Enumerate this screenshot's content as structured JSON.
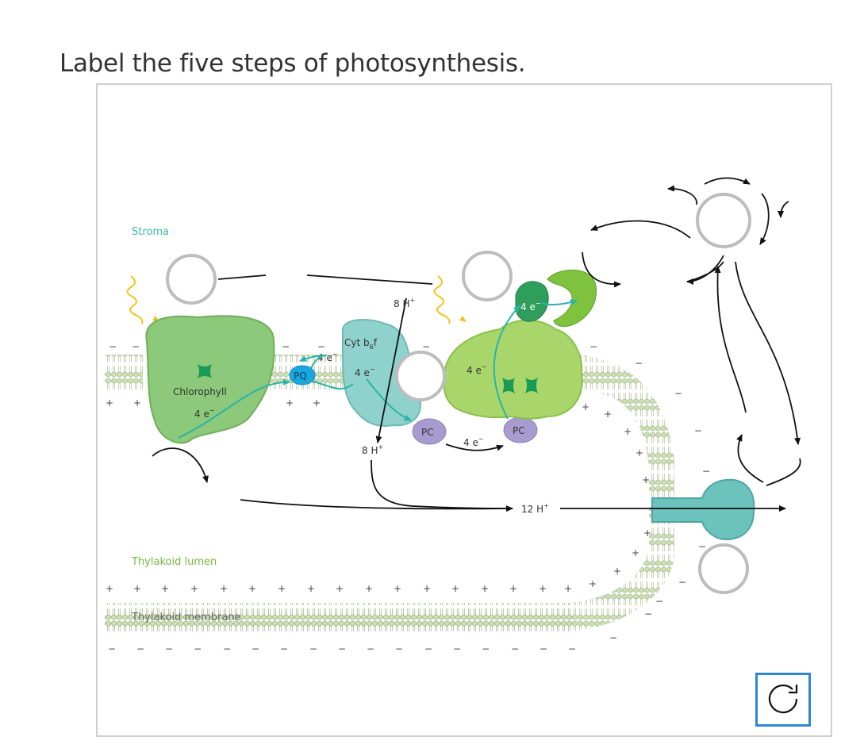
{
  "question": "Label the five steps of photosynthesis.",
  "labels": {
    "stroma": "Stroma",
    "thylakoid_lumen": "Thylakoid lumen",
    "thylakoid_membrane": "Thylakoid membrane",
    "chlorophyll": "Chlorophyll",
    "cyt": "Cyt b",
    "cyt_sub": "6",
    "cyt_f": "f",
    "pq": "PQ",
    "pc1": "PC",
    "pc2": "PC",
    "e_ps2": "4 e",
    "e_pq": "4 e",
    "e_cyt": "4 e",
    "e_pc": "4 e",
    "e_ps1": "4 e",
    "e_fd": "4 e",
    "h8_top": "8 H",
    "h8_bottom": "8 H",
    "h12": "12 H",
    "sup_minus": "−",
    "sup_plus": "+"
  },
  "drop_targets": [
    "target-1",
    "target-2",
    "target-3",
    "target-4",
    "target-5",
    "target-6"
  ],
  "colors": {
    "ps2": "#8cc97a",
    "cyt": "#8fd1cc",
    "ps1": "#a9d66b",
    "pq": "#1aa7e0",
    "pc": "#a79bd0",
    "synthase": "#6cc3bd",
    "arrow": "#2bb3a8",
    "stroma_label": "#3dbb9a",
    "lumen_label": "#7ab83e"
  }
}
